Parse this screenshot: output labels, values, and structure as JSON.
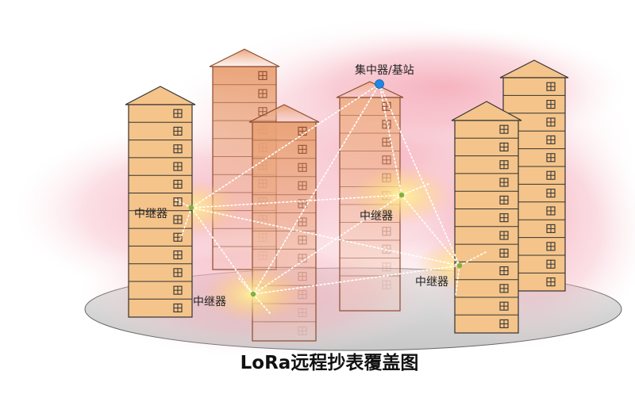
{
  "diagram": {
    "caption": "LoRa远程抄表覆盖图",
    "gateway": {
      "label": "集中器/基站",
      "color": "#1e88e5"
    },
    "relays": [
      {
        "label": "中继器"
      },
      {
        "label": "中继器"
      },
      {
        "label": "中继器"
      },
      {
        "label": "中继器"
      }
    ],
    "colors": {
      "building_fill": "#f5c48a",
      "building_stroke": "#333333",
      "relay_dot": "#7cb342",
      "link": "#ffffff",
      "coverage": "#f48fb1",
      "ground": "#dcdcdc"
    },
    "icons": {
      "window": "window-icon",
      "gateway": "gateway-node-icon",
      "relay": "relay-node-icon"
    }
  }
}
